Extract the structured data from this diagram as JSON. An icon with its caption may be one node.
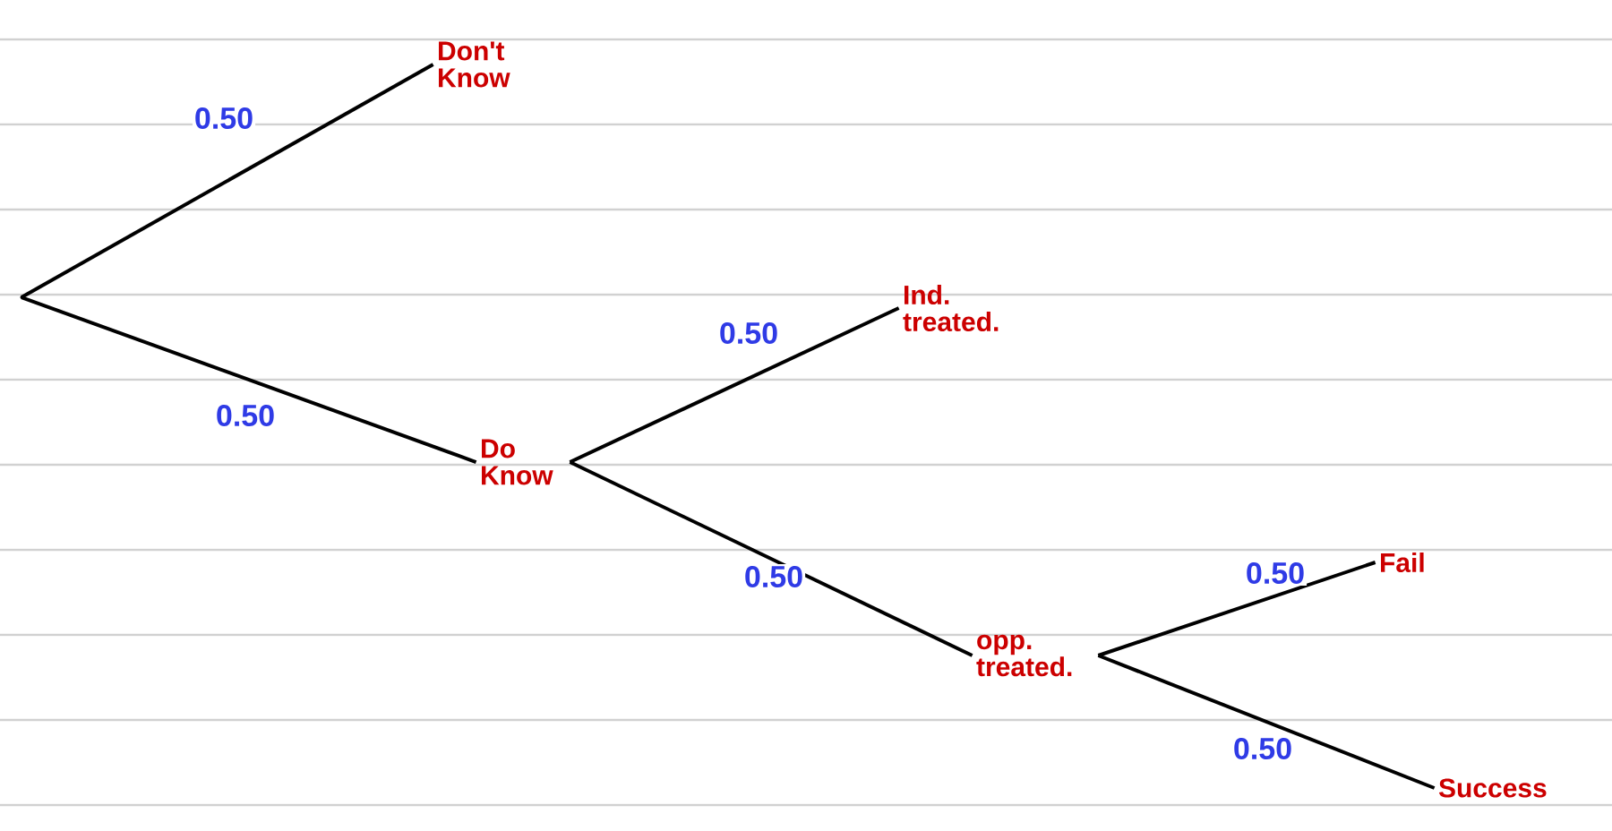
{
  "diagram": {
    "nodes": [
      {
        "text": [],
        "shape": "point"
      },
      {
        "text": [
          "Don't Know"
        ]
      },
      {
        "text": [
          "Do Know"
        ]
      },
      {
        "text": [
          "Ind. treated."
        ]
      },
      {
        "text": [
          "opp. treated."
        ]
      },
      {
        "text": [
          "Fail"
        ]
      },
      {
        "text": [
          "Success"
        ]
      }
    ],
    "edges": [
      {
        "from": 0,
        "to": 1,
        "arrow": "none",
        "label": "0.50"
      },
      {
        "from": 0,
        "to": 2,
        "arrow": "none",
        "label": "0.50"
      },
      {
        "from": 2,
        "to": 3,
        "arrow": "none",
        "label": "0.50"
      },
      {
        "from": 2,
        "to": 4,
        "arrow": "none",
        "label": "0.50"
      },
      {
        "from": 4,
        "to": 5,
        "arrow": "none",
        "label": "0.50"
      },
      {
        "from": 4,
        "to": 6,
        "arrow": "none",
        "label": "0.50"
      }
    ]
  }
}
